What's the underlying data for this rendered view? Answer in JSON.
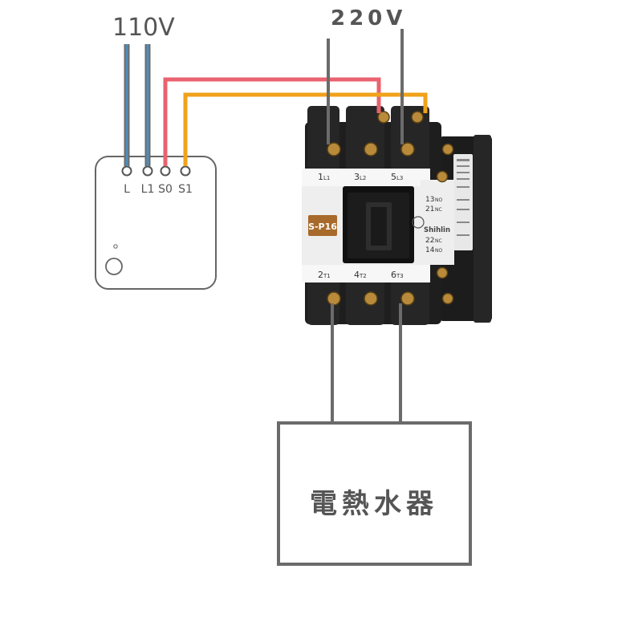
{
  "voltage_left": "110V",
  "voltage_right": "220V",
  "module": {
    "terminals": [
      "L",
      "L1",
      "S0",
      "S1"
    ]
  },
  "contactor": {
    "model": "S-P16",
    "brand": "Shihlin",
    "top_terminals": [
      {
        "num": "1",
        "sub": "L1"
      },
      {
        "num": "3",
        "sub": "L2"
      },
      {
        "num": "5",
        "sub": "L3"
      }
    ],
    "bottom_terminals": [
      {
        "num": "2",
        "sub": "T1"
      },
      {
        "num": "4",
        "sub": "T2"
      },
      {
        "num": "6",
        "sub": "T3"
      }
    ],
    "aux_contacts": [
      {
        "num": "13",
        "sub": "NO"
      },
      {
        "num": "21",
        "sub": "NC"
      },
      {
        "num": "22",
        "sub": "NC"
      },
      {
        "num": "14",
        "sub": "NO"
      }
    ]
  },
  "load_label": "電熱水器",
  "colors": {
    "wire_blue": "#4f8fba",
    "wire_gray": "#6b6b6b",
    "wire_red": "#e9626f",
    "wire_orange": "#f0a21a",
    "outline": "#555555"
  }
}
